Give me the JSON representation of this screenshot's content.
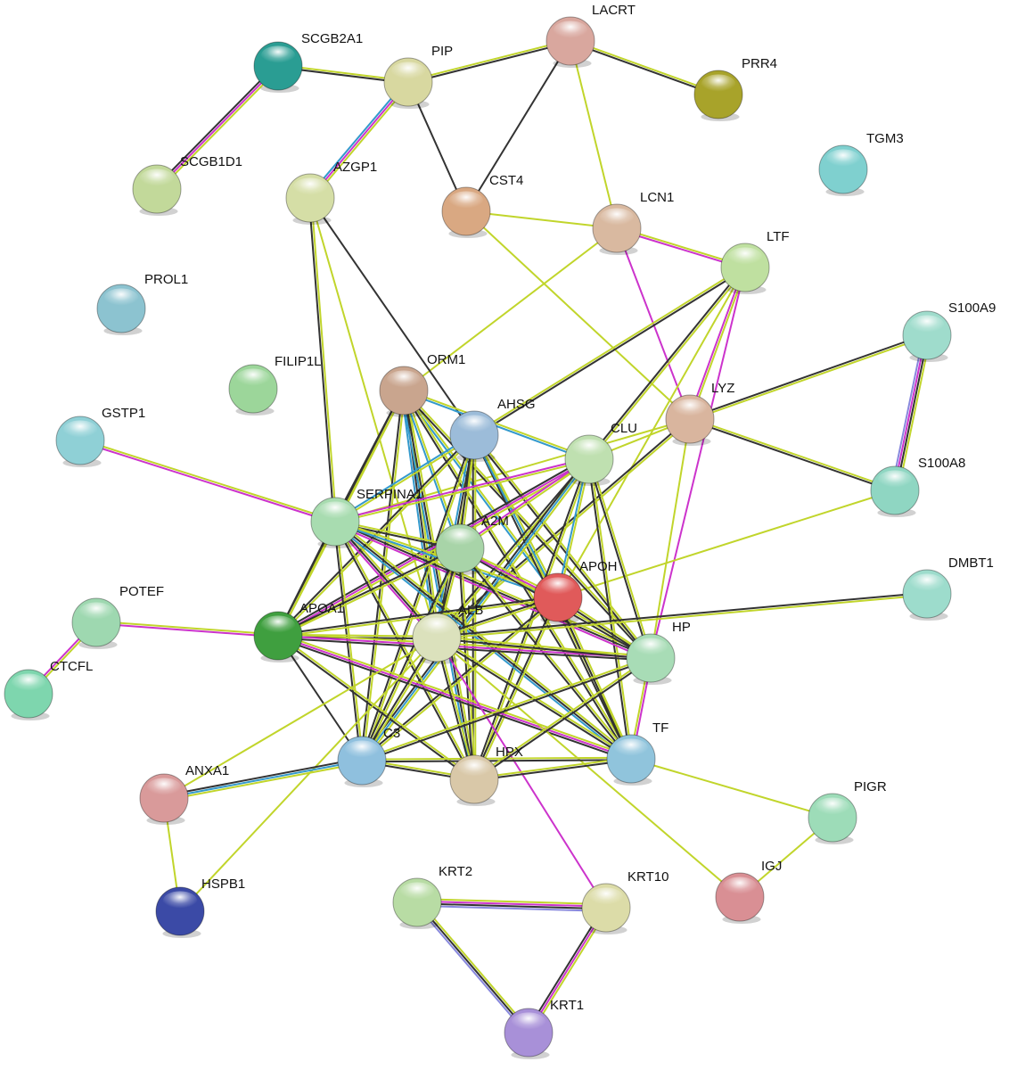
{
  "network": {
    "nodes": [
      {
        "id": "LACRT",
        "label": "LACRT",
        "color": "#d9a79e"
      },
      {
        "id": "PIP",
        "label": "PIP",
        "color": "#d8d8a0"
      },
      {
        "id": "SCGB2A1",
        "label": "SCGB2A1",
        "color": "#2a9d93"
      },
      {
        "id": "PRR4",
        "label": "PRR4",
        "color": "#a8a32a"
      },
      {
        "id": "TGM3",
        "label": "TGM3",
        "color": "#7fd0cf"
      },
      {
        "id": "SCGB1D1",
        "label": "SCGB1D1",
        "color": "#c2d99a"
      },
      {
        "id": "AZGP1",
        "label": "AZGP1",
        "color": "#d5dea6"
      },
      {
        "id": "CST4",
        "label": "CST4",
        "color": "#d9a882"
      },
      {
        "id": "LCN1",
        "label": "LCN1",
        "color": "#d9b9a0"
      },
      {
        "id": "LTF",
        "label": "LTF",
        "color": "#bfe0a0"
      },
      {
        "id": "PROL1",
        "label": "PROL1",
        "color": "#8cc3d0"
      },
      {
        "id": "S100A9",
        "label": "S100A9",
        "color": "#9fdccc"
      },
      {
        "id": "FILIP1L",
        "label": "FILIP1L",
        "color": "#9cd69a"
      },
      {
        "id": "ORM1",
        "label": "ORM1",
        "color": "#c9a58e"
      },
      {
        "id": "GSTP1",
        "label": "GSTP1",
        "color": "#8fd0d6"
      },
      {
        "id": "AHSG",
        "label": "AHSG",
        "color": "#9cbcd9"
      },
      {
        "id": "LYZ",
        "label": "LYZ",
        "color": "#d9b59e"
      },
      {
        "id": "CLU",
        "label": "CLU",
        "color": "#bfe0b0"
      },
      {
        "id": "S100A8",
        "label": "S100A8",
        "color": "#8fd6c2"
      },
      {
        "id": "SERPINA1",
        "label": "SERPINA1",
        "color": "#a8dcb0"
      },
      {
        "id": "A2M",
        "label": "A2M",
        "color": "#a8d4a8"
      },
      {
        "id": "APOH",
        "label": "APOH",
        "color": "#e05a5a"
      },
      {
        "id": "DMBT1",
        "label": "DMBT1",
        "color": "#9ddccc"
      },
      {
        "id": "POTEF",
        "label": "POTEF",
        "color": "#9ed8b0"
      },
      {
        "id": "APOA1",
        "label": "APOA1",
        "color": "#3f9f3f"
      },
      {
        "id": "ALB",
        "label": "ALB",
        "color": "#dbe1bc"
      },
      {
        "id": "HP",
        "label": "HP",
        "color": "#a8dcb6"
      },
      {
        "id": "CTCFL",
        "label": "CTCFL",
        "color": "#7ed6ae"
      },
      {
        "id": "C3",
        "label": "C3",
        "color": "#8fc0de"
      },
      {
        "id": "TF",
        "label": "TF",
        "color": "#90c4dc"
      },
      {
        "id": "HPX",
        "label": "HPX",
        "color": "#d9c8a8"
      },
      {
        "id": "ANXA1",
        "label": "ANXA1",
        "color": "#d99a9a"
      },
      {
        "id": "PIGR",
        "label": "PIGR",
        "color": "#9ddcb8"
      },
      {
        "id": "IGJ",
        "label": "IGJ",
        "color": "#d98f94"
      },
      {
        "id": "HSPB1",
        "label": "HSPB1",
        "color": "#3b4aa6"
      },
      {
        "id": "KRT2",
        "label": "KRT2",
        "color": "#b8dca4"
      },
      {
        "id": "KRT10",
        "label": "KRT10",
        "color": "#dcdca8"
      },
      {
        "id": "KRT1",
        "label": "KRT1",
        "color": "#a890d8"
      }
    ],
    "edges": [
      [
        "SCGB2A1",
        "SCGB1D1",
        "#c1d52b,#cc33cc,#333333"
      ],
      [
        "SCGB2A1",
        "PIP",
        "#c1d52b,#333333"
      ],
      [
        "PIP",
        "LACRT",
        "#c1d52b,#333333"
      ],
      [
        "PIP",
        "AZGP1",
        "#c1d52b,#cc33cc,#3399cc"
      ],
      [
        "PIP",
        "CST4",
        "#333333"
      ],
      [
        "LACRT",
        "PRR4",
        "#c1d52b,#333333"
      ],
      [
        "LACRT",
        "CST4",
        "#333333"
      ],
      [
        "LACRT",
        "LCN1",
        "#c1d52b"
      ],
      [
        "CST4",
        "LCN1",
        "#c1d52b"
      ],
      [
        "CST4",
        "LYZ",
        "#c1d52b"
      ],
      [
        "LCN1",
        "LTF",
        "#c1d52b,#cc33cc"
      ],
      [
        "LCN1",
        "LYZ",
        "#cc33cc"
      ],
      [
        "LCN1",
        "ORM1",
        "#c1d52b"
      ],
      [
        "LTF",
        "LYZ",
        "#c1d52b,#cc33cc"
      ],
      [
        "LTF",
        "AHSG",
        "#333333,#c1d52b"
      ],
      [
        "LTF",
        "CLU",
        "#c1d52b,#333333"
      ],
      [
        "LTF",
        "APOH",
        "#c1d52b"
      ],
      [
        "LTF",
        "HP",
        "#cc33cc"
      ],
      [
        "AZGP1",
        "AHSG",
        "#333333"
      ],
      [
        "AZGP1",
        "ALB",
        "#c1d52b"
      ],
      [
        "AZGP1",
        "SERPINA1",
        "#c1d52b,#333333"
      ],
      [
        "S100A9",
        "S100A8",
        "#c1d52b,#333333,#cc33cc,#8888dd"
      ],
      [
        "S100A9",
        "LYZ",
        "#c1d52b,#333333"
      ],
      [
        "LYZ",
        "S100A8",
        "#c1d52b,#333333"
      ],
      [
        "LYZ",
        "CLU",
        "#c1d52b"
      ],
      [
        "LYZ",
        "SERPINA1",
        "#c1d52b"
      ],
      [
        "LYZ",
        "HP",
        "#c1d52b"
      ],
      [
        "LYZ",
        "ALB",
        "#c1d52b,#333333"
      ],
      [
        "S100A8",
        "APOH",
        "#c1d52b"
      ],
      [
        "GSTP1",
        "SERPINA1",
        "#c1d52b,#cc33cc"
      ],
      [
        "ORM1",
        "SERPINA1",
        "#c1d52b,#333333"
      ],
      [
        "ORM1",
        "ALB",
        "#c1d52b,#333333,#3399cc"
      ],
      [
        "ORM1",
        "APOH",
        "#c1d52b,#3399cc"
      ],
      [
        "ORM1",
        "HP",
        "#c1d52b,#333333"
      ],
      [
        "ORM1",
        "TF",
        "#c1d52b,#333333"
      ],
      [
        "ORM1",
        "HPX",
        "#c1d52b,#333333,#3399cc"
      ],
      [
        "ORM1",
        "C3",
        "#c1d52b,#333333"
      ],
      [
        "ORM1",
        "APOA1",
        "#c1d52b,#333333"
      ],
      [
        "ORM1",
        "A2M",
        "#c1d52b,#3399cc"
      ],
      [
        "ORM1",
        "CLU",
        "#c1d52b,#3399cc"
      ],
      [
        "AHSG",
        "SERPINA1",
        "#c1d52b,#3399cc"
      ],
      [
        "AHSG",
        "ALB",
        "#c1d52b,#333333,#3399cc"
      ],
      [
        "AHSG",
        "HPX",
        "#c1d52b,#333333"
      ],
      [
        "AHSG",
        "TF",
        "#c1d52b,#333333"
      ],
      [
        "AHSG",
        "C3",
        "#c1d52b,#333333"
      ],
      [
        "AHSG",
        "APOA1",
        "#c1d52b,#333333"
      ],
      [
        "AHSG",
        "HP",
        "#c1d52b,#333333"
      ],
      [
        "AHSG",
        "APOH",
        "#c1d52b,#3399cc"
      ],
      [
        "AHSG",
        "A2M",
        "#c1d52b,#333333"
      ],
      [
        "CLU",
        "SERPINA1",
        "#c1d52b,#cc33cc"
      ],
      [
        "CLU",
        "ALB",
        "#c1d52b,#333333"
      ],
      [
        "CLU",
        "APOA1",
        "#c1d52b,#cc33cc,#333333"
      ],
      [
        "CLU",
        "HPX",
        "#c1d52b,#333333"
      ],
      [
        "CLU",
        "C3",
        "#c1d52b,#3399cc,#333333"
      ],
      [
        "CLU",
        "TF",
        "#c1d52b,#333333"
      ],
      [
        "CLU",
        "HP",
        "#c1d52b,#333333"
      ],
      [
        "CLU",
        "A2M",
        "#c1d52b,#cc33cc"
      ],
      [
        "CLU",
        "APOH",
        "#c1d52b,#3399cc"
      ],
      [
        "SERPINA1",
        "A2M",
        "#c1d52b,#333333"
      ],
      [
        "SERPINA1",
        "APOA1",
        "#c1d52b,#333333"
      ],
      [
        "SERPINA1",
        "ALB",
        "#c1d52b,#333333,#cc33cc"
      ],
      [
        "SERPINA1",
        "C3",
        "#c1d52b,#333333"
      ],
      [
        "SERPINA1",
        "HPX",
        "#c1d52b,#333333"
      ],
      [
        "SERPINA1",
        "TF",
        "#c1d52b,#333333,#3399cc"
      ],
      [
        "SERPINA1",
        "HP",
        "#c1d52b,#333333,#cc33cc"
      ],
      [
        "SERPINA1",
        "APOH",
        "#c1d52b,#3399cc"
      ],
      [
        "A2M",
        "ALB",
        "#c1d52b,#333333"
      ],
      [
        "A2M",
        "APOA1",
        "#c1d52b,#333333"
      ],
      [
        "A2M",
        "C3",
        "#c1d52b,#333333"
      ],
      [
        "A2M",
        "HPX",
        "#c1d52b,#333333"
      ],
      [
        "A2M",
        "TF",
        "#c1d52b,#333333"
      ],
      [
        "A2M",
        "HP",
        "#c1d52b,#333333"
      ],
      [
        "A2M",
        "APOH",
        "#c1d52b,#cc33cc"
      ],
      [
        "APOH",
        "ALB",
        "#c1d52b,#333333"
      ],
      [
        "APOH",
        "APOA1",
        "#c1d52b,#333333"
      ],
      [
        "APOH",
        "C3",
        "#c1d52b,#333333"
      ],
      [
        "APOH",
        "HPX",
        "#c1d52b,#333333"
      ],
      [
        "APOH",
        "TF",
        "#c1d52b,#333333"
      ],
      [
        "APOH",
        "HP",
        "#c1d52b,#333333"
      ],
      [
        "DMBT1",
        "ALB",
        "#c1d52b,#333333"
      ],
      [
        "POTEF",
        "APOA1",
        "#c1d52b,#cc33cc"
      ],
      [
        "POTEF",
        "CTCFL",
        "#c1d52b,#cc33cc"
      ],
      [
        "APOA1",
        "ALB",
        "#c1d52b,#333333"
      ],
      [
        "APOA1",
        "C3",
        "#333333"
      ],
      [
        "APOA1",
        "HPX",
        "#c1d52b,#333333"
      ],
      [
        "APOA1",
        "TF",
        "#c1d52b,#cc33cc,#333333"
      ],
      [
        "APOA1",
        "HP",
        "#c1d52b,#cc33cc,#333333"
      ],
      [
        "ALB",
        "C3",
        "#c1d52b,#333333"
      ],
      [
        "ALB",
        "HPX",
        "#c1d52b,#333333"
      ],
      [
        "ALB",
        "TF",
        "#c1d52b,#333333"
      ],
      [
        "ALB",
        "HP",
        "#c1d52b,#333333"
      ],
      [
        "ALB",
        "IGJ",
        "#c1d52b"
      ],
      [
        "ALB",
        "KRT10",
        "#cc33cc"
      ],
      [
        "ALB",
        "HSPB1",
        "#c1d52b"
      ],
      [
        "ALB",
        "ANXA1",
        "#c1d52b"
      ],
      [
        "C3",
        "HPX",
        "#c1d52b,#333333"
      ],
      [
        "C3",
        "TF",
        "#c1d52b,#333333"
      ],
      [
        "C3",
        "HP",
        "#c1d52b,#333333"
      ],
      [
        "C3",
        "ANXA1",
        "#c1d52b,#3399cc,#333333"
      ],
      [
        "HPX",
        "TF",
        "#c1d52b,#333333"
      ],
      [
        "HPX",
        "HP",
        "#c1d52b,#333333"
      ],
      [
        "TF",
        "HP",
        "#c1d52b,#cc33cc"
      ],
      [
        "TF",
        "PIGR",
        "#c1d52b"
      ],
      [
        "PIGR",
        "IGJ",
        "#c1d52b"
      ],
      [
        "ANXA1",
        "HSPB1",
        "#c1d52b"
      ],
      [
        "KRT2",
        "KRT10",
        "#c1d52b,#cc33cc,#333333,#8888dd"
      ],
      [
        "KRT2",
        "KRT1",
        "#c1d52b,#333333,#8888dd"
      ],
      [
        "KRT10",
        "KRT1",
        "#c1d52b,#cc33cc,#333333"
      ]
    ]
  }
}
